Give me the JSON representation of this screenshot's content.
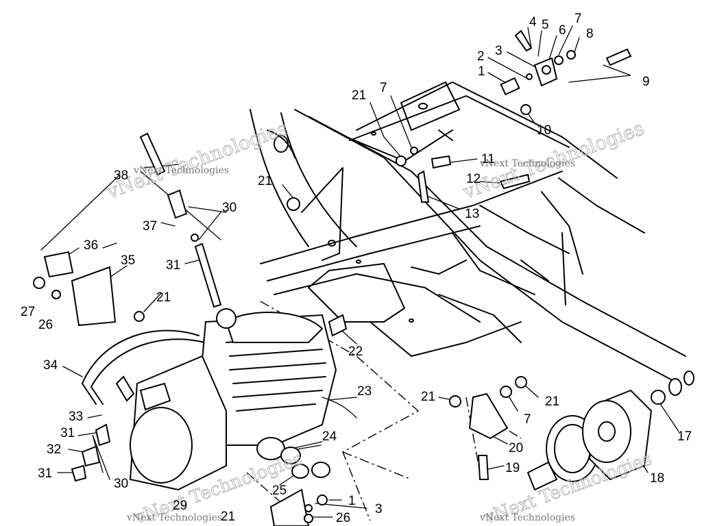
{
  "watermark": {
    "big": "vNext Technologies",
    "small": "vNext Technologies"
  },
  "callouts": [
    {
      "id": "c4",
      "text": "4"
    },
    {
      "id": "c5",
      "text": "5"
    },
    {
      "id": "c7a",
      "text": "7"
    },
    {
      "id": "c6",
      "text": "6"
    },
    {
      "id": "c8",
      "text": "8"
    },
    {
      "id": "c2",
      "text": "2"
    },
    {
      "id": "c3a",
      "text": "3"
    },
    {
      "id": "c1a",
      "text": "1"
    },
    {
      "id": "c9",
      "text": "9"
    },
    {
      "id": "c10",
      "text": "10"
    },
    {
      "id": "c21a",
      "text": "21"
    },
    {
      "id": "c7b",
      "text": "7"
    },
    {
      "id": "c11",
      "text": "11"
    },
    {
      "id": "c12",
      "text": "12"
    },
    {
      "id": "c13",
      "text": "13"
    },
    {
      "id": "c21b",
      "text": "21"
    },
    {
      "id": "c38",
      "text": "38"
    },
    {
      "id": "c30a",
      "text": "30"
    },
    {
      "id": "c37",
      "text": "37"
    },
    {
      "id": "c36",
      "text": "36"
    },
    {
      "id": "c35",
      "text": "35"
    },
    {
      "id": "c31a",
      "text": "31"
    },
    {
      "id": "c21c",
      "text": "21"
    },
    {
      "id": "c27",
      "text": "27"
    },
    {
      "id": "c26a",
      "text": "26"
    },
    {
      "id": "c22",
      "text": "22"
    },
    {
      "id": "c34",
      "text": "34"
    },
    {
      "id": "c23",
      "text": "23"
    },
    {
      "id": "c33",
      "text": "33"
    },
    {
      "id": "c31b",
      "text": "31"
    },
    {
      "id": "c32",
      "text": "32"
    },
    {
      "id": "c31c",
      "text": "31"
    },
    {
      "id": "c30b",
      "text": "30"
    },
    {
      "id": "c24",
      "text": "24"
    },
    {
      "id": "c25",
      "text": "25"
    },
    {
      "id": "c29",
      "text": "29"
    },
    {
      "id": "c21d",
      "text": "21"
    },
    {
      "id": "c1b",
      "text": "1"
    },
    {
      "id": "c3b",
      "text": "3"
    },
    {
      "id": "c26b",
      "text": "26"
    },
    {
      "id": "c21e",
      "text": "21"
    },
    {
      "id": "c21f",
      "text": "21"
    },
    {
      "id": "c7c",
      "text": "7"
    },
    {
      "id": "c20",
      "text": "20"
    },
    {
      "id": "c19",
      "text": "19"
    },
    {
      "id": "c17",
      "text": "17"
    },
    {
      "id": "c18",
      "text": "18"
    }
  ]
}
